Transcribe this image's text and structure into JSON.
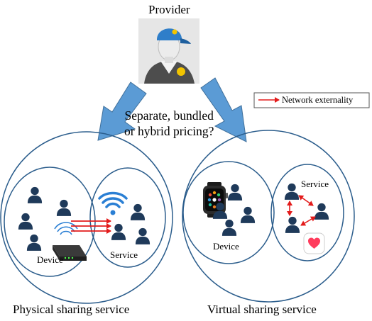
{
  "title": "Provider",
  "question_lines": [
    "Separate, bundled",
    "or hybrid pricing?"
  ],
  "legend": {
    "label": "Network externality",
    "arrow_color": "#e31b1b"
  },
  "physical": {
    "caption": "Physical sharing service",
    "device_label": "Device",
    "service_label": "Service"
  },
  "virtual": {
    "caption": "Virtual sharing service",
    "device_label": "Device",
    "service_label": "Service"
  },
  "colors": {
    "circle_stroke": "#2b5d8c",
    "arrow_fill": "#5b9bd5",
    "person": "#1f3a5a",
    "network_arrow": "#e31b1b",
    "wifi": "#2a7fd4",
    "provider_cap": "#2f7ec9"
  },
  "icons": [
    "provider-avatar-icon",
    "wifi-router-icon",
    "wifi-signal-icon",
    "smartwatch-icon",
    "heart-app-icon",
    "person-icon"
  ]
}
